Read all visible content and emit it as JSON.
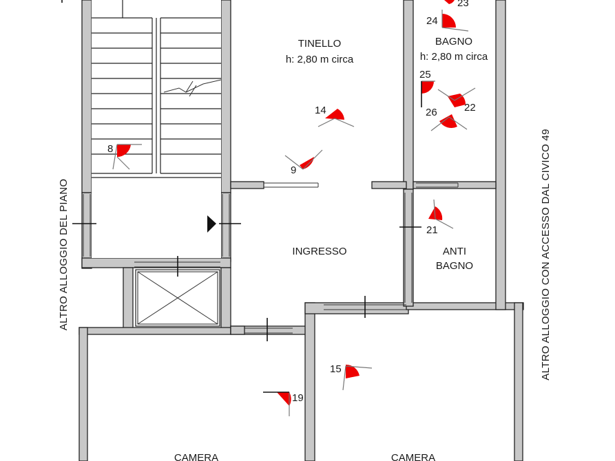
{
  "rooms": {
    "tinello": "TINELLO",
    "tinello_height": "h: 2,80 m circa",
    "bagno": "BAGNO",
    "bagno_height": "h: 2,80 m circa",
    "ingresso": "INGRESSO",
    "anti_bagno_line1": "ANTI",
    "anti_bagno_line2": "BAGNO",
    "camera_left": "CAMERA",
    "camera_right": "CAMERA"
  },
  "side_labels": {
    "left": "ALTRO ALLOGGIO DEL PIANO",
    "right": "ALTRO ALLOGGIO CON ACCESSO DAL CIVICO 49"
  },
  "photo_points": {
    "p8": "8",
    "p9": "9",
    "p14": "14",
    "p15": "15",
    "p19": "19",
    "p21": "21",
    "p22": "22",
    "p23": "23",
    "p24": "24",
    "p25": "25",
    "p26": "26"
  },
  "colors": {
    "wall_fill": "#c8c8c8",
    "marker": "#ee0000",
    "line": "#222222"
  }
}
